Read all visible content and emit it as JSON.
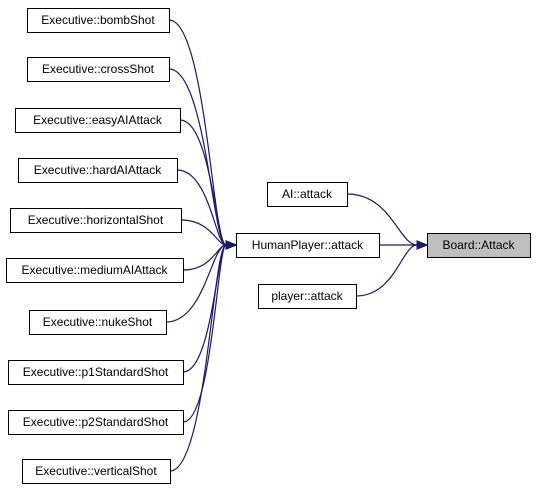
{
  "graph": {
    "edge_color": "#191970",
    "focus_fill": "#bfbfbf",
    "nodes": [
      {
        "id": "n_bomb",
        "label": "Executive::bombShot"
      },
      {
        "id": "n_cross",
        "label": "Executive::crossShot"
      },
      {
        "id": "n_easy",
        "label": "Executive::easyAIAttack"
      },
      {
        "id": "n_hard",
        "label": "Executive::hardAIAttack"
      },
      {
        "id": "n_horiz",
        "label": "Executive::horizontalShot"
      },
      {
        "id": "n_medium",
        "label": "Executive::mediumAIAttack"
      },
      {
        "id": "n_nuke",
        "label": "Executive::nukeShot"
      },
      {
        "id": "n_p1",
        "label": "Executive::p1StandardShot"
      },
      {
        "id": "n_p2",
        "label": "Executive::p2StandardShot"
      },
      {
        "id": "n_vert",
        "label": "Executive::verticalShot"
      },
      {
        "id": "n_ai",
        "label": "AI::attack"
      },
      {
        "id": "n_human",
        "label": "HumanPlayer::attack"
      },
      {
        "id": "n_player",
        "label": "player::attack"
      },
      {
        "id": "n_board",
        "label": "Board::Attack",
        "focus": true
      }
    ],
    "edges": [
      {
        "from": "n_bomb",
        "to": "n_human"
      },
      {
        "from": "n_cross",
        "to": "n_human"
      },
      {
        "from": "n_easy",
        "to": "n_human"
      },
      {
        "from": "n_hard",
        "to": "n_human"
      },
      {
        "from": "n_horiz",
        "to": "n_human"
      },
      {
        "from": "n_medium",
        "to": "n_human"
      },
      {
        "from": "n_nuke",
        "to": "n_human"
      },
      {
        "from": "n_p1",
        "to": "n_human"
      },
      {
        "from": "n_p2",
        "to": "n_human"
      },
      {
        "from": "n_vert",
        "to": "n_human"
      },
      {
        "from": "n_ai",
        "to": "n_board"
      },
      {
        "from": "n_human",
        "to": "n_board"
      },
      {
        "from": "n_player",
        "to": "n_board"
      }
    ]
  }
}
